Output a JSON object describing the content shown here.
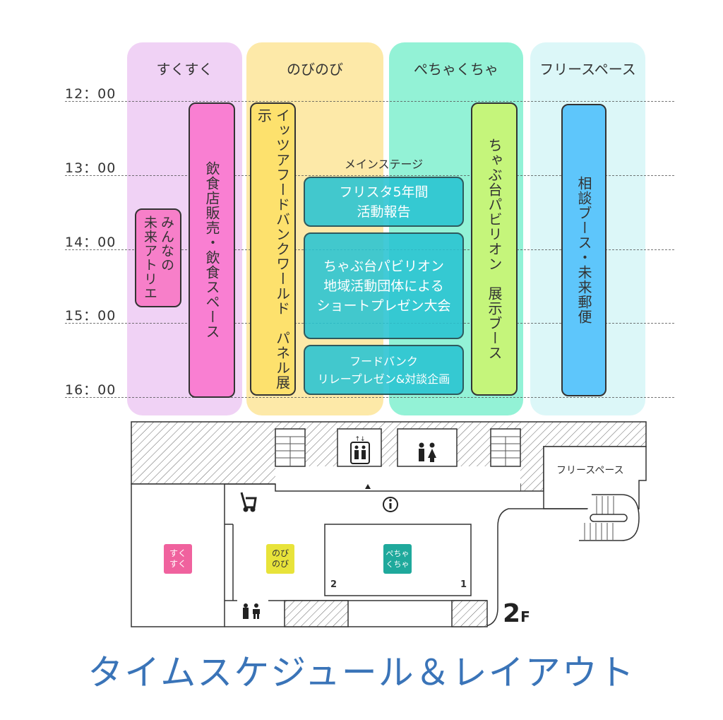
{
  "columns": [
    {
      "label": "すくすく",
      "color": "#f0d2f5"
    },
    {
      "label": "のびのび",
      "color": "#fde9a8"
    },
    {
      "label": "ぺちゃくちゃ",
      "color": "#93f2d6"
    },
    {
      "label": "フリースペース",
      "color": "#dcf7f8"
    }
  ],
  "times": [
    "12：00",
    "13：00",
    "14：00",
    "15：00",
    "16：00"
  ],
  "events": {
    "atelier": {
      "line1": "みんなの",
      "line2": "未来アトリエ",
      "color": "#f77fc9"
    },
    "food": {
      "label": "飲食店販売・飲食スペース",
      "color": "#f97fd2"
    },
    "foodbank_world": {
      "line1": "イッツアフードバンクワールド",
      "line2": "パネル展示",
      "color": "#fde16d"
    },
    "pavilion_booth": {
      "line1": "ちゃぶ台パビリオン",
      "line2": "展示ブース",
      "color": "#c5f57b"
    },
    "consult": {
      "label": "相談ブース・未来郵便",
      "color": "#5ec6fb"
    }
  },
  "main_stage": {
    "label": "メインステージ",
    "sessions": [
      {
        "lines": [
          "フリスタ5年間",
          "活動報告"
        ]
      },
      {
        "lines": [
          "ちゃぶ台パビリオン",
          "地域活動団体による",
          "ショートプレゼン大会"
        ]
      },
      {
        "lines": [
          "フードバンク",
          "リレープレゼン&対談企画"
        ]
      }
    ]
  },
  "floor_map": {
    "free_space_label": "フリースペース",
    "badges": [
      {
        "lines": [
          "すく",
          "すく"
        ],
        "color": "#f0629e"
      },
      {
        "lines": [
          "のび",
          "のび"
        ],
        "color": "#e8e33a"
      },
      {
        "lines": [
          "ぺちゃ",
          "くちゃ"
        ],
        "color": "#1fa99c"
      }
    ],
    "stage_marks": [
      "2",
      "1"
    ],
    "floor": "2",
    "floor_suffix": "F"
  },
  "title": "タイムスケジュール＆レイアウト"
}
